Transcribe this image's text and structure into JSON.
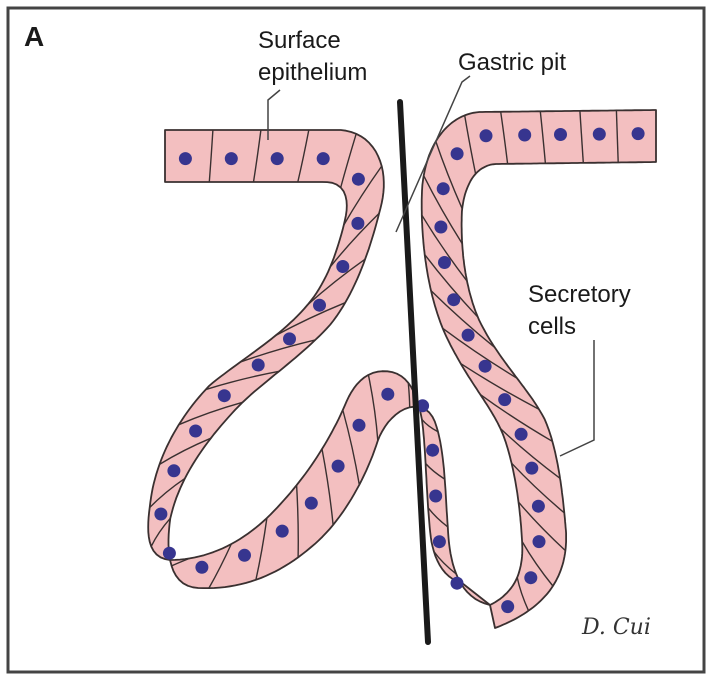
{
  "panel_letter": "A",
  "labels": {
    "surface_line1": "Surface",
    "surface_line2": "epithelium",
    "gastric_pit": "Gastric pit",
    "secretory_line1": "Secretory",
    "secretory_line2": "cells"
  },
  "signature": "D. Cui",
  "colors": {
    "cell_fill": "#f3bfc0",
    "cell_stroke": "#3a3030",
    "nucleus": "#37358f",
    "frame": "#444444",
    "section_line": "#1a1a1a"
  }
}
